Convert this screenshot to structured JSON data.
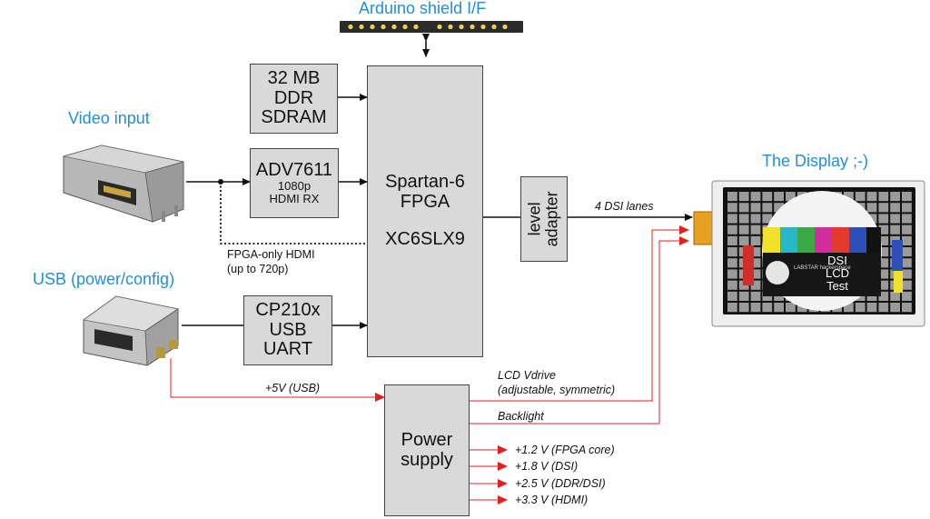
{
  "labels": {
    "arduino": "Arduino shield I/F",
    "video_input": "Video input",
    "usb": "USB (power/config)",
    "display": "The Display ;-)",
    "fpga_only_1": "FPGA-only HDMI",
    "fpga_only_2": "(up to 720p)",
    "dsi_lanes": "4 DSI lanes",
    "usb5v": "+5V (USB)",
    "lcd_vdrive_1": "LCD Vdrive",
    "lcd_vdrive_2": "(adjustable, symmetric)",
    "backlight": "Backlight"
  },
  "blocks": {
    "ddr": [
      "32 MB",
      "DDR",
      "SDRAM"
    ],
    "adv": [
      "ADV7611",
      "1080p",
      "HDMI RX"
    ],
    "fpga": [
      "Spartan-6",
      "FPGA",
      "XC6SLX9"
    ],
    "cp": [
      "CP210x",
      "USB",
      "UART"
    ],
    "level": [
      "level",
      "adapter"
    ],
    "power": [
      "Power",
      "supply"
    ]
  },
  "rails": [
    "+1.2 V (FPGA core)",
    "+1.8 V (DSI)",
    "+2.5 V (DDR/DSI)",
    "+3.3 V (HDMI)"
  ],
  "screen": [
    "DSI",
    "LCD",
    "Test"
  ],
  "logo": "LABSTAR hackerspace",
  "colors": {
    "accent": "#1f8fd6",
    "power_line": "#e02020",
    "block": "#d9d9d9"
  }
}
